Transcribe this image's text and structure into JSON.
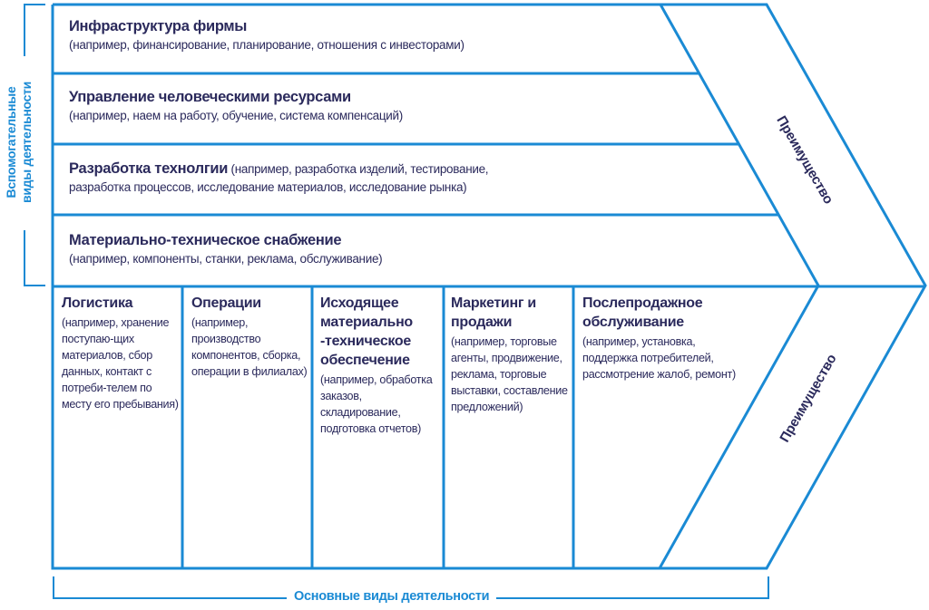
{
  "colors": {
    "line": "#1a8ad4",
    "text": "#2b2a5c",
    "bracket_text": "#1a8ad4"
  },
  "support_activities": {
    "label_line1": "Вспомогательные",
    "label_line2": "виды деятельности",
    "rows": [
      {
        "title": "Инфраструктура фирмы",
        "desc": "(например, финансирование, планирование, отношения с инвесторами)"
      },
      {
        "title": "Управление человеческими ресурсами",
        "desc": "(например, наем на работу, обучение, система компенсаций)"
      },
      {
        "title": "Разработка технолгии",
        "desc_inline": "(например, разработка изделий, тестирование,",
        "desc": "разработка процессов, исследование материалов, исследование рынка)"
      },
      {
        "title": "Материально-техническое снабжение",
        "desc": "(например, компоненты, станки, реклама, обслуживание)"
      }
    ]
  },
  "primary_activities": {
    "label": "Основные виды деятельности",
    "columns": [
      {
        "title": "Логистика",
        "desc": "(например, хранение поступаю-щих материалов, сбор данных, контакт с потреби-телем по месту его пребывания)"
      },
      {
        "title": "Операции",
        "desc": "(например, производство компонентов, сборка, операции в филиалах)"
      },
      {
        "title": "Исходящее материально -техническое обеспечение",
        "desc": "(например, обработка заказов, складирование, подготовка отчетов)"
      },
      {
        "title": "Маркетинг и продажи",
        "desc": "(например, торговые агенты, продвижение, реклама, торговые выставки, составление предложений)"
      },
      {
        "title": "Послепродажное обслуживание",
        "desc": "(например, установка, поддержка потребителей, рассмотрение жалоб, ремонт)"
      }
    ]
  },
  "margin": {
    "top_label": "Преимущество",
    "bottom_label": "Преимущество"
  }
}
